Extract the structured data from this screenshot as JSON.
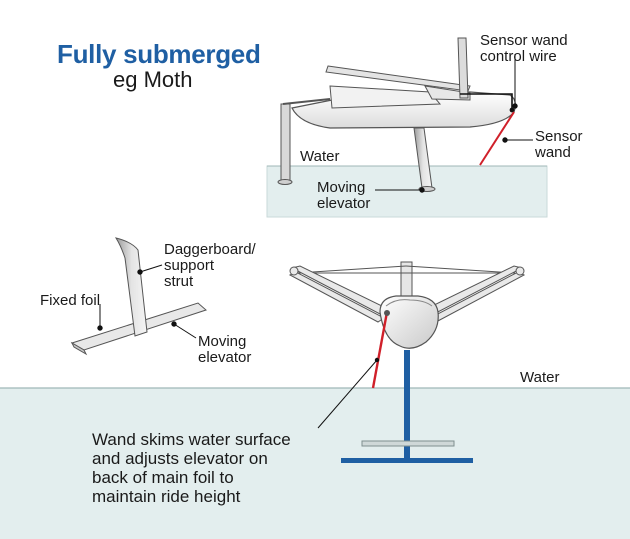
{
  "heading": {
    "title": "Fully submerged",
    "subtitle": "eg Moth"
  },
  "labels": {
    "sensor_wand_control_wire": [
      "Sensor wand",
      "control wire"
    ],
    "sensor_wand": [
      "Sensor",
      "wand"
    ],
    "water_top": "Water",
    "moving_elevator_top": [
      "Moving",
      "elevator"
    ],
    "daggerboard": [
      "Daggerboard/",
      "support",
      "strut"
    ],
    "fixed_foil": "Fixed foil",
    "moving_elevator_left": [
      "Moving",
      "elevator"
    ],
    "water_bottom": "Water",
    "wand_description": [
      "Wand skims water surface",
      "and adjusts elevator on",
      "back of main foil to",
      "maintain ride height"
    ]
  },
  "colors": {
    "title_blue": "#1f5fa3",
    "water_fill": "#e3eeee",
    "wand_red": "#d0202a",
    "foil_blue": "#1f5fa3",
    "hull_fill": "#f4f4f4",
    "outline": "#555555"
  }
}
